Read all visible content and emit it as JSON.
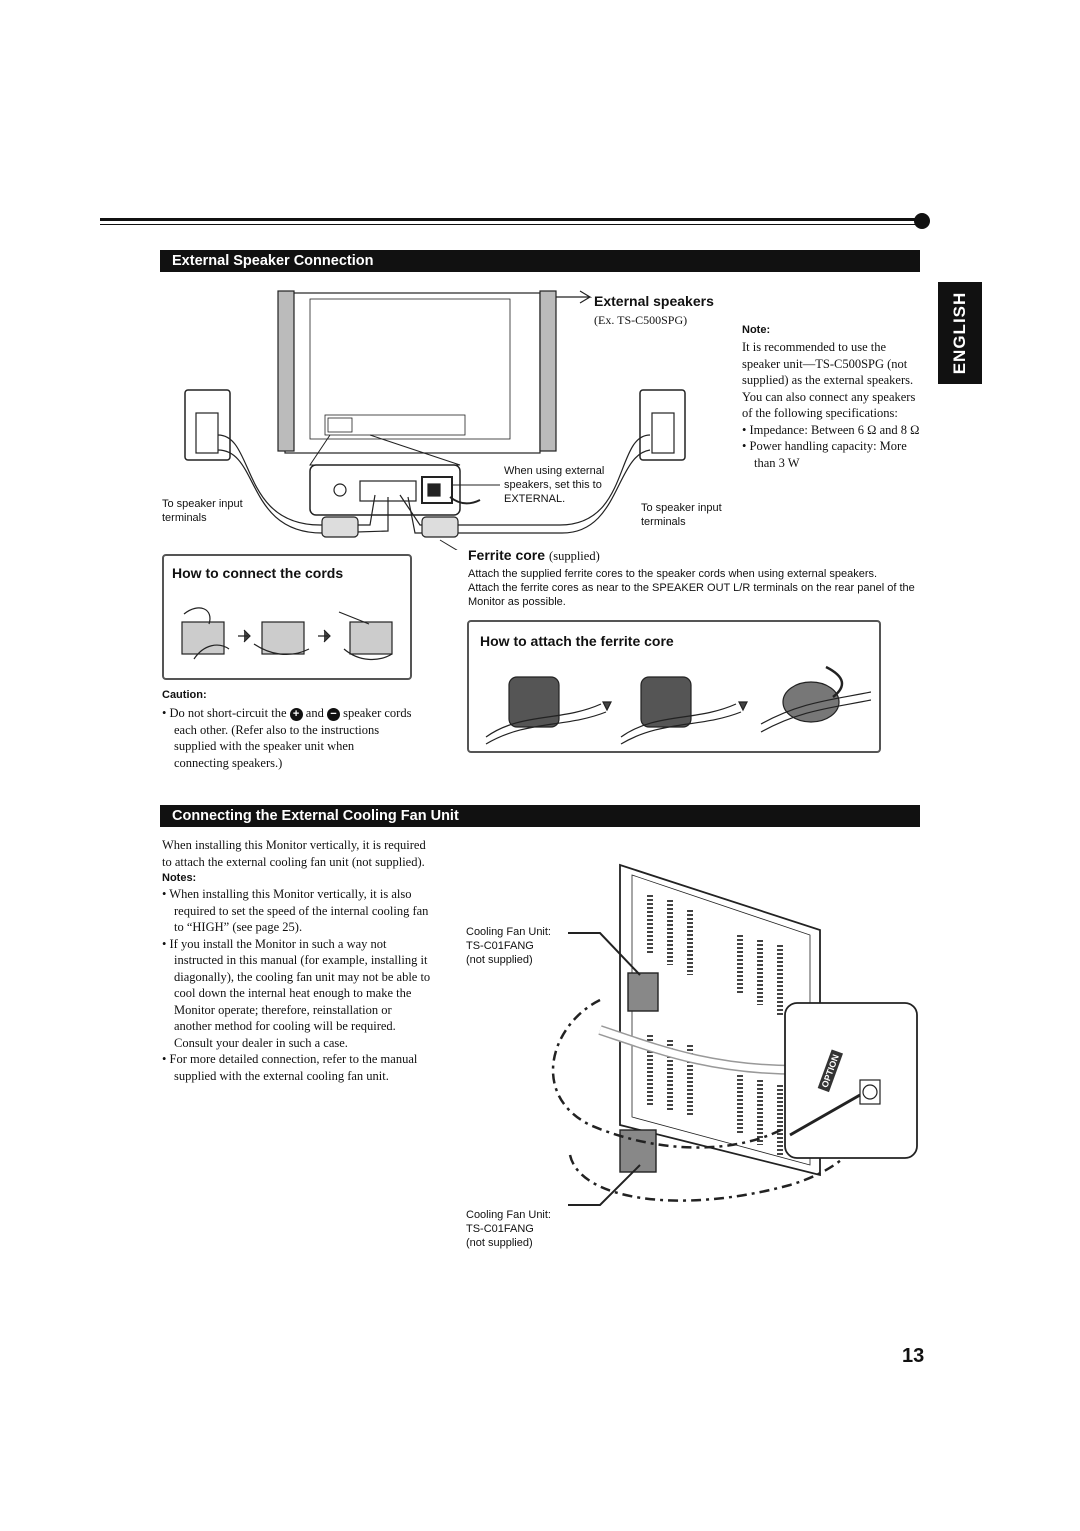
{
  "page_number": "13",
  "side_tab": "ENGLISH",
  "section1": {
    "title": "External Speaker Connection",
    "external_speakers_label": "External speakers",
    "external_speakers_example": "(Ex. TS-C500SPG)",
    "note": {
      "heading": "Note:",
      "text": "It is recommended to use the speaker unit—TS-C500SPG (not supplied) as the external speakers. You can also connect any speakers of the following specifications:",
      "bullets": [
        "Impedance: Between 6 Ω and 8 Ω",
        "Power handling capacity: More than 3 W"
      ]
    },
    "callout_switch": "When using external speakers, set this to EXTERNAL.",
    "left_terminals": "To speaker input terminals",
    "right_terminals": "To speaker input terminals",
    "ferrite": {
      "title": "Ferrite core",
      "supplied": "(supplied)",
      "text1": "Attach the supplied ferrite cores to the speaker cords when using external speakers.",
      "text2": "Attach the ferrite cores as near to the SPEAKER OUT L/R terminals on the rear panel of the Monitor as possible."
    },
    "connect_cords_title": "How to connect the cords",
    "attach_ferrite_title": "How to attach the ferrite core",
    "caution": {
      "heading": "Caution:",
      "text_before": "Do not short-circuit the",
      "text_and": "and",
      "text_after": "speaker cords each other. (Refer also to the instructions supplied with the speaker unit when connecting speakers.)"
    }
  },
  "section2": {
    "title": "Connecting the External Cooling Fan Unit",
    "intro": "When installing this Monitor vertically, it is required to attach the external cooling fan unit (not supplied).",
    "notes_heading": "Notes:",
    "notes": [
      "When installing this Monitor vertically, it is also required to set the speed of the internal cooling fan to “HIGH” (see page 25).",
      "If you install the Monitor in such a way not instructed in this manual (for example, installing it diagonally), the cooling fan unit may not be able to cool down the internal heat enough to make the Monitor operate; therefore, reinstallation or another method for cooling will be required. Consult your dealer in such a case.",
      "For more detailed connection, refer to the manual supplied with the external cooling fan unit."
    ],
    "fan_label_top": [
      "Cooling Fan Unit:",
      "TS-C01FANG",
      "(not supplied)"
    ],
    "fan_label_bottom": [
      "Cooling Fan Unit:",
      "TS-C01FANG",
      "(not supplied)"
    ],
    "option_label": "OPTION"
  }
}
